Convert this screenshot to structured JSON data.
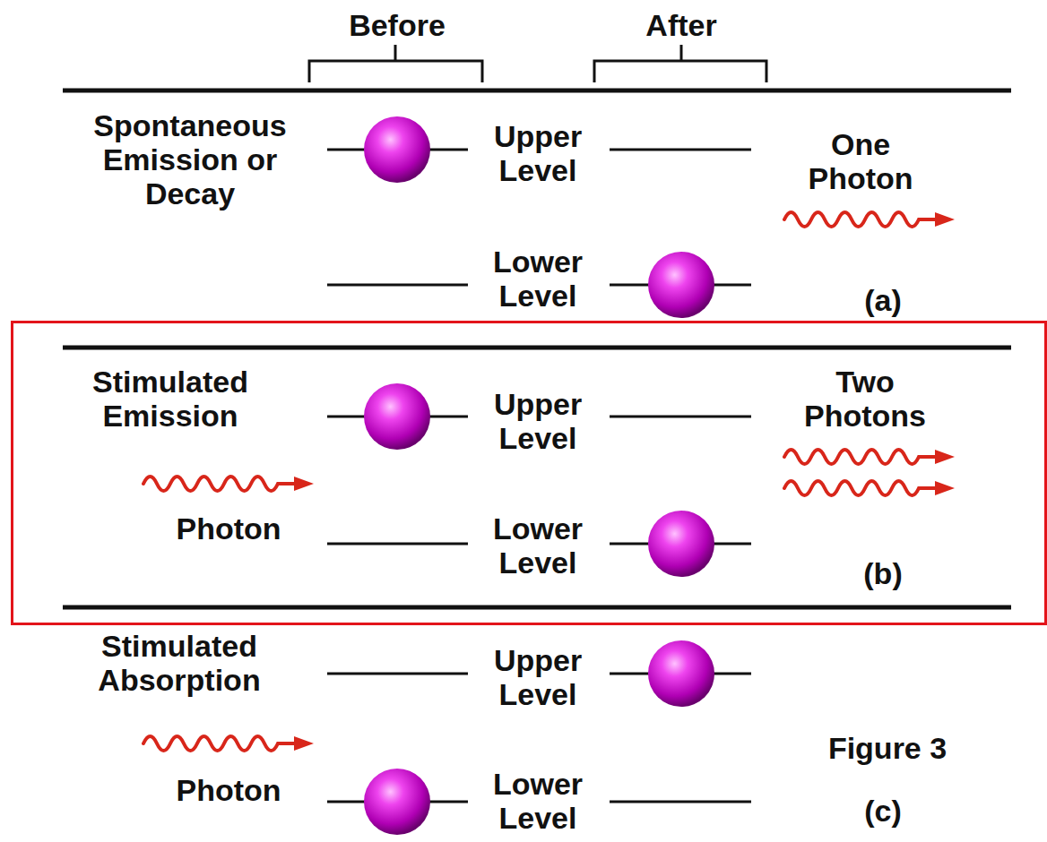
{
  "diagram": {
    "nodes": [
      {
        "text": [
          "Stimulated Emission",
          "Upper Level",
          "Two Photons",
          "Photon",
          "Lower Level",
          "(b)"
        ]
      }
    ],
    "labels": [
      "Before",
      "After",
      "Spontaneous Emission or Decay",
      "Upper Level",
      "One Photon",
      "Lower Level",
      "(a)",
      "Stimulated Absorption",
      "Upper Level",
      "Photon",
      "Lower Level",
      "Figure 3",
      "(c)"
    ]
  }
}
